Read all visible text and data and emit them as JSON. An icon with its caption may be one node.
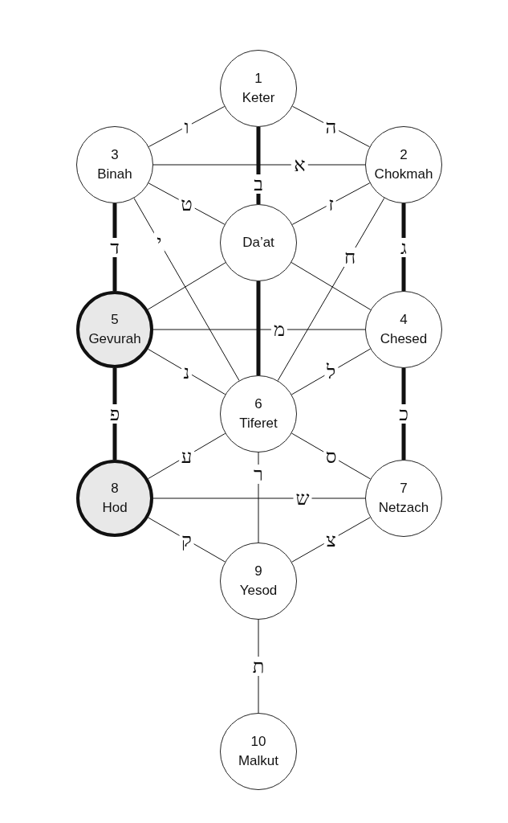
{
  "diagram": {
    "nodes": [
      {
        "text": [
          "1",
          "Keter"
        ]
      },
      {
        "text": [
          "3",
          "Binah"
        ]
      },
      {
        "text": [
          "2",
          "Chokmah"
        ]
      },
      {
        "text": [
          "Da’at"
        ]
      },
      {
        "text": [
          "5",
          "Gevurah"
        ]
      },
      {
        "text": [
          "4",
          "Chesed"
        ]
      },
      {
        "text": [
          "6",
          "Tiferet"
        ]
      },
      {
        "text": [
          "8",
          "Hod"
        ]
      },
      {
        "text": [
          "7",
          "Netzach"
        ]
      },
      {
        "text": [
          "9",
          "Yesod"
        ]
      },
      {
        "text": [
          "10",
          "Malkut"
        ]
      }
    ],
    "edges": [
      {
        "from": 0,
        "to": 1,
        "arrow": "none",
        "label": "ו"
      },
      {
        "from": 0,
        "to": 2,
        "arrow": "none",
        "label": "ה"
      },
      {
        "from": 0,
        "to": 3,
        "arrow": "none",
        "label": "ב",
        "style": "thick"
      },
      {
        "from": 1,
        "to": 2,
        "arrow": "none",
        "label": "א"
      },
      {
        "from": 1,
        "to": 3,
        "arrow": "none",
        "label": "ט"
      },
      {
        "from": 2,
        "to": 3,
        "arrow": "none",
        "label": "ז"
      },
      {
        "from": 1,
        "to": 4,
        "arrow": "none",
        "label": "ד",
        "style": "thick"
      },
      {
        "from": 2,
        "to": 5,
        "arrow": "none",
        "label": "ג",
        "style": "thick"
      },
      {
        "from": 1,
        "to": 6,
        "arrow": "none",
        "label": "י"
      },
      {
        "from": 2,
        "to": 6,
        "arrow": "none",
        "label": "ח"
      },
      {
        "from": 3,
        "to": 4,
        "arrow": "none"
      },
      {
        "from": 3,
        "to": 5,
        "arrow": "none"
      },
      {
        "from": 3,
        "to": 6,
        "arrow": "none",
        "style": "thick"
      },
      {
        "from": 4,
        "to": 5,
        "arrow": "none",
        "label": "מ"
      },
      {
        "from": 4,
        "to": 6,
        "arrow": "none",
        "label": "נ"
      },
      {
        "from": 5,
        "to": 6,
        "arrow": "none",
        "label": "ל"
      },
      {
        "from": 4,
        "to": 7,
        "arrow": "none",
        "label": "פ",
        "style": "thick"
      },
      {
        "from": 5,
        "to": 8,
        "arrow": "none",
        "label": "כ",
        "style": "thick"
      },
      {
        "from": 6,
        "to": 7,
        "arrow": "none",
        "label": "ע"
      },
      {
        "from": 6,
        "to": 8,
        "arrow": "none",
        "label": "ס"
      },
      {
        "from": 6,
        "to": 9,
        "arrow": "none",
        "label": "ר"
      },
      {
        "from": 7,
        "to": 8,
        "arrow": "none",
        "label": "ש"
      },
      {
        "from": 7,
        "to": 9,
        "arrow": "none",
        "label": "ק"
      },
      {
        "from": 8,
        "to": 9,
        "arrow": "none",
        "label": "צ"
      },
      {
        "from": 9,
        "to": 10,
        "arrow": "none",
        "label": "ת"
      }
    ]
  }
}
